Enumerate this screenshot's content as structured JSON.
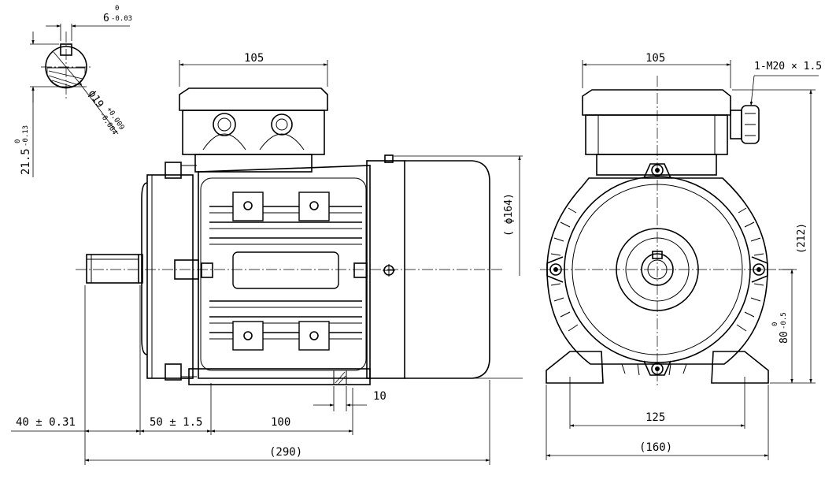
{
  "dimensions": {
    "key_width": "6",
    "key_width_upper": "0",
    "key_width_lower": "-0.03",
    "shaft_key_height": "21.5",
    "shaft_key_height_upper": "0",
    "shaft_key_height_lower": "-0.13",
    "shaft_diameter": "ϕ19",
    "shaft_diameter_upper": "+0.009",
    "shaft_diameter_lower": "-0.004",
    "terminal_box_width_side": "105",
    "terminal_box_width_front": "105",
    "cable_gland": "1-M20 × 1.5",
    "body_diameter": "( ϕ164)",
    "overall_height": "(212)",
    "centre_height": "80",
    "centre_height_upper": "0",
    "centre_height_lower": "-0.5",
    "foot_thickness": "10",
    "shaft_length": "40 ± 0.31",
    "shoulder_to_foot_hole": "50 ± 1.5",
    "foot_hole_spacing": "100",
    "overall_length": "(290)",
    "foot_hole_width": "125",
    "foot_width": "(160)"
  }
}
